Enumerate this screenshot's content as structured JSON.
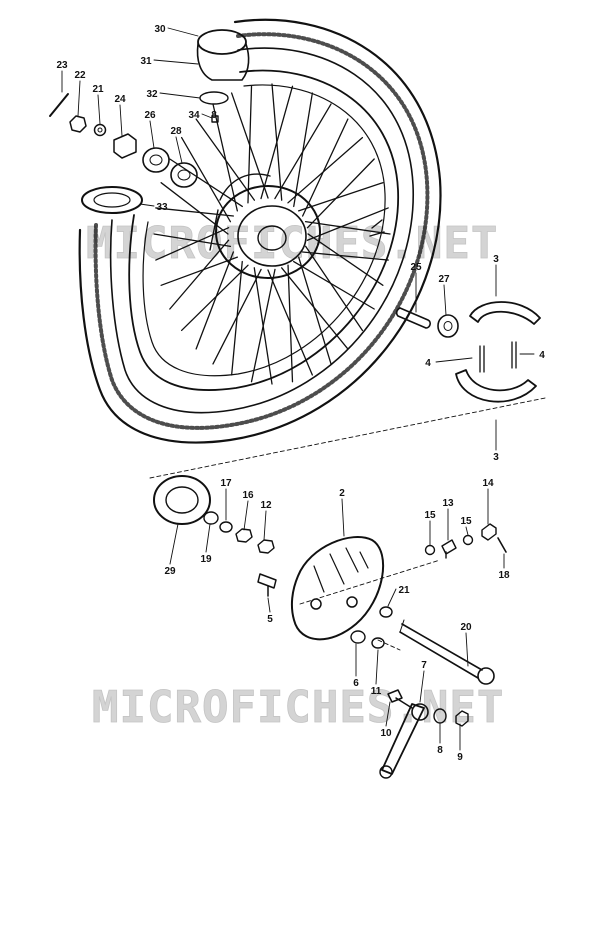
{
  "watermarks": [
    {
      "text": "MICROFICHES.NET"
    },
    {
      "text": "MICROFICHES.NET"
    }
  ],
  "callouts": [
    {
      "label": "30"
    },
    {
      "label": "31"
    },
    {
      "label": "32"
    },
    {
      "label": "34"
    },
    {
      "label": "8"
    },
    {
      "label": "23"
    },
    {
      "label": "22"
    },
    {
      "label": "21"
    },
    {
      "label": "24"
    },
    {
      "label": "26"
    },
    {
      "label": "28"
    },
    {
      "label": "33"
    },
    {
      "label": "25"
    },
    {
      "label": "27"
    },
    {
      "label": "3"
    },
    {
      "label": "4"
    },
    {
      "label": "4"
    },
    {
      "label": "3"
    },
    {
      "label": "29"
    },
    {
      "label": "19"
    },
    {
      "label": "17"
    },
    {
      "label": "16"
    },
    {
      "label": "12"
    },
    {
      "label": "2"
    },
    {
      "label": "15"
    },
    {
      "label": "13"
    },
    {
      "label": "15"
    },
    {
      "label": "14"
    },
    {
      "label": "18"
    },
    {
      "label": "5"
    },
    {
      "label": "21"
    },
    {
      "label": "20"
    },
    {
      "label": "6"
    },
    {
      "label": "11"
    },
    {
      "label": "7"
    },
    {
      "label": "10"
    },
    {
      "label": "8"
    },
    {
      "label": "9"
    }
  ]
}
